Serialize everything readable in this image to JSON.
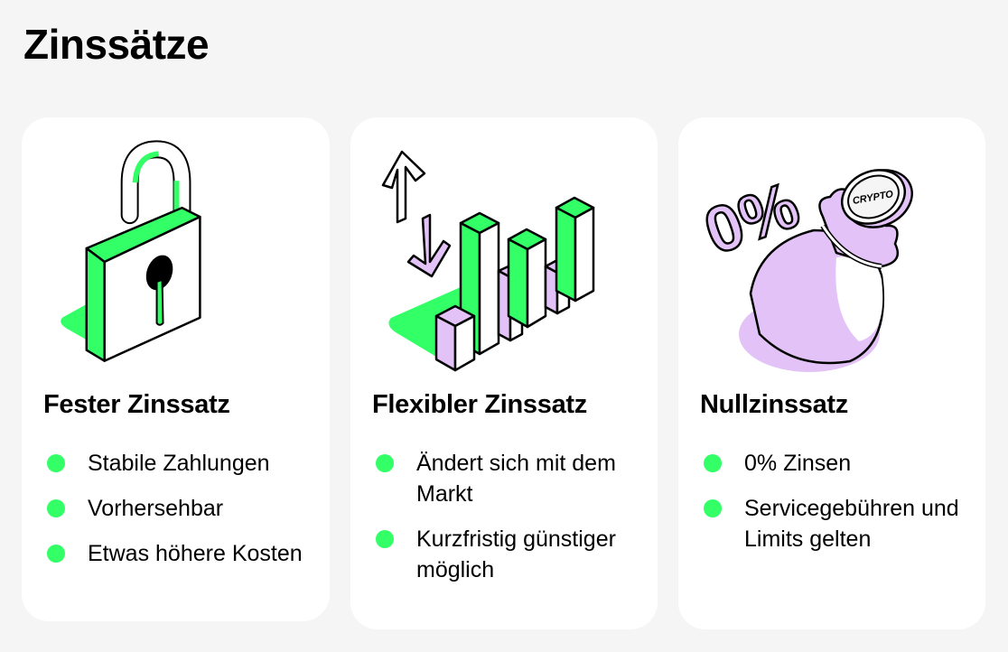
{
  "page": {
    "title": "Zinssätze"
  },
  "colors": {
    "background": "#f5f5f5",
    "card": "#ffffff",
    "accent_green": "#33ff66",
    "accent_purple": "#e2c2f7",
    "text": "#000000"
  },
  "cards": [
    {
      "illustration": "padlock-icon",
      "title": "Fester Zinssatz",
      "bullets": [
        "Stabile Zahlungen",
        "Vorhersehbar",
        "Etwas höhere Kosten"
      ]
    },
    {
      "illustration": "bar-chart-arrows-icon",
      "title": "Flexibler Zinssatz",
      "bullets": [
        "Ändert sich mit dem Markt",
        "Kurzfristig günstiger möglich"
      ]
    },
    {
      "illustration": "money-bag-zero-percent-icon",
      "illustration_text": {
        "percent": "0%",
        "coin": "CRYPTO"
      },
      "title": "Nullzinssatz",
      "bullets": [
        "0% Zinsen",
        "Servicegebühren und Limits gelten"
      ]
    }
  ]
}
